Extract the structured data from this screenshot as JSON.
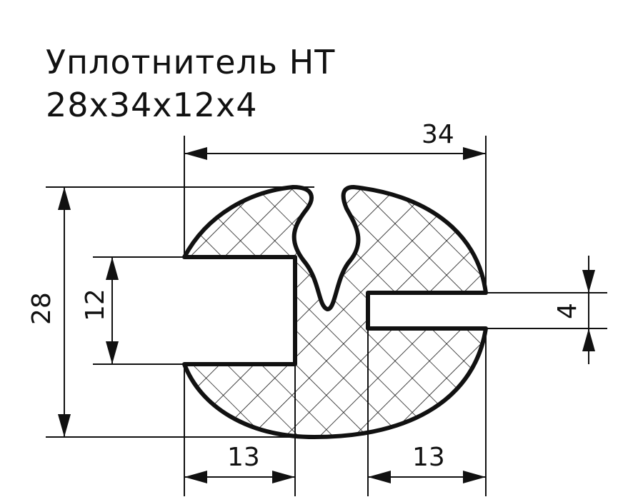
{
  "title": {
    "line1": "Уплотнитель НТ",
    "line2": "28x34x12x4"
  },
  "dimensions": {
    "width_total": "34",
    "height_total": "28",
    "slot_left_height": "12",
    "slot_right_height": "4",
    "left_width": "13",
    "right_width": "13"
  },
  "colors": {
    "line": "#111111",
    "background": "#ffffff"
  }
}
